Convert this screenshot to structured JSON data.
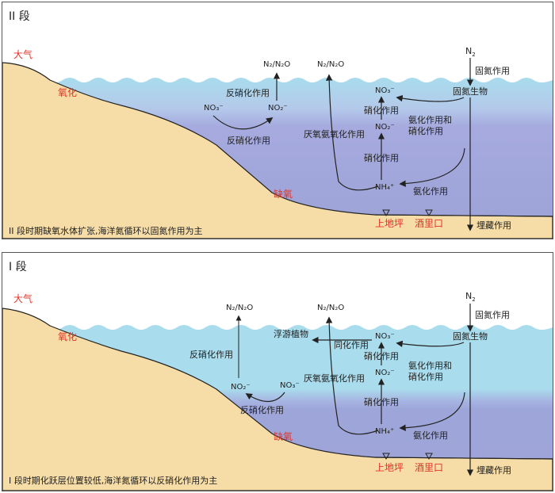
{
  "panels": [
    {
      "stage": "II 段",
      "caption": "II 段时期缺氧水体扩张,海洋氮循环以固氮作用为主",
      "atmosphere": "大气",
      "oxic": "氧化",
      "anoxic": "缺氧",
      "n2": "N",
      "n2_sub": "2",
      "fixation": "固氮作用",
      "fixation_bio": "固氮生物",
      "burial": "埋藏作用",
      "site1": "上地坪",
      "site2": "酒里口",
      "left_flux_top": "N₂/N₂O",
      "denit_upper": "反硝化作用",
      "no3_left": "NO₃⁻",
      "no2_left": "NO₂⁻",
      "denit_lower": "反硝化作用",
      "mid_flux_top": "N₂/N₂O",
      "anammox": "厌氧氨氧化作用",
      "no3_mid": "NO₃⁻",
      "nitri1": "硝化作用",
      "no2_mid": "NO₂⁻",
      "nitri2": "硝化作用",
      "nh4": "NH₄⁺",
      "ammon_nitri_1": "氨化作用和",
      "ammon_nitri_2": "硝化作用",
      "ammon": "氨化作用"
    },
    {
      "stage": "I 段",
      "caption": "I 段时期化跃层位置较低,海洋氮循环以反硝化作用为主",
      "atmosphere": "大气",
      "oxic": "氧化",
      "anoxic": "缺氧",
      "n2": "N",
      "n2_sub": "2",
      "fixation": "固氮作用",
      "fixation_bio": "固氮生物",
      "burial": "埋藏作用",
      "site1": "上地坪",
      "site2": "酒里口",
      "left_flux_top": "N₂/N₂O",
      "denit_upper": "反硝化作用",
      "no3_left": "NO₃⁻",
      "no2_left": "NO₂⁻",
      "denit_lower": "反硝化作用",
      "mid_flux_top": "N₂/N₂O",
      "anammox": "厌氧氨氧化作用",
      "plankton": "浮游植物",
      "assimilation": "同化作用",
      "no3_mid": "NO₃⁻",
      "nitri1": "硝化作用",
      "no2_mid": "NO₂⁻",
      "nitri2": "硝化作用",
      "nh4": "NH₄⁺",
      "ammon_nitri_1": "氨化作用和",
      "ammon_nitri_2": "硝化作用",
      "ammon": "氨化作用"
    }
  ],
  "colors": {
    "oxic_water": "#a9dcec",
    "anoxic_water": "#9ea6d9",
    "land": "#f6dca6",
    "label_red": "#e0342a",
    "text": "#222222"
  }
}
